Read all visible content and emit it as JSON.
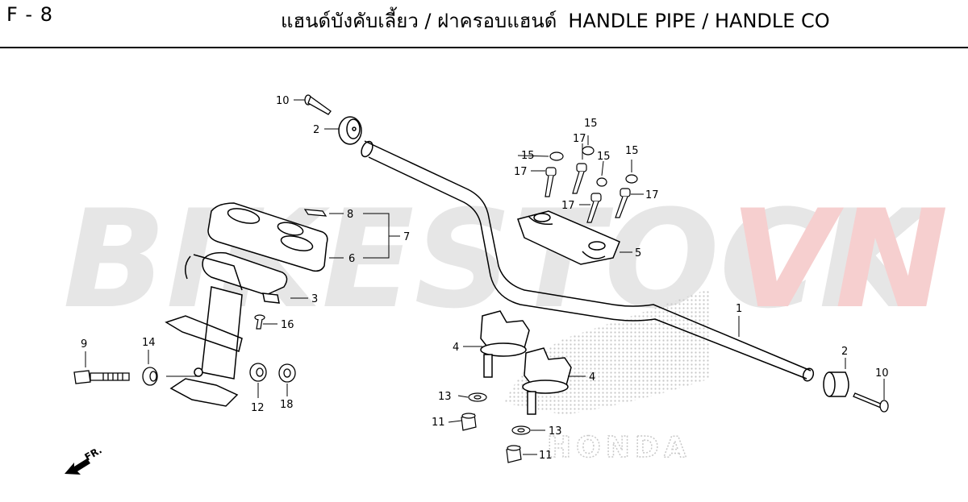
{
  "header": {
    "page_code": "F - 8",
    "title_th": "แฮนด์บังคับเลี้ยว / ฝาครอบแฮนด์",
    "title_en": "HANDLE PIPE / HANDLE CO"
  },
  "watermark": {
    "part1": "BIKESTOCK",
    "part2": "VN",
    "color1": "#e6e6e6",
    "color2": "#f6cfcf"
  },
  "logo": {
    "text": "HONDA"
  },
  "direction": {
    "label": "FR."
  },
  "callouts": {
    "c1": "1",
    "c2a": "2",
    "c2b": "2",
    "c3": "3",
    "c4a": "4",
    "c4b": "4",
    "c5": "5",
    "c6": "6",
    "c7": "7",
    "c8": "8",
    "c9": "9",
    "c10a": "10",
    "c10b": "10",
    "c11a": "11",
    "c11b": "11",
    "c12": "12",
    "c13a": "13",
    "c13b": "13",
    "c14": "14",
    "c15a": "15",
    "c15b": "15",
    "c15c": "15",
    "c15d": "15",
    "c16": "16",
    "c17a": "17",
    "c17b": "17",
    "c17c": "17",
    "c17d": "17",
    "c18": "18"
  }
}
